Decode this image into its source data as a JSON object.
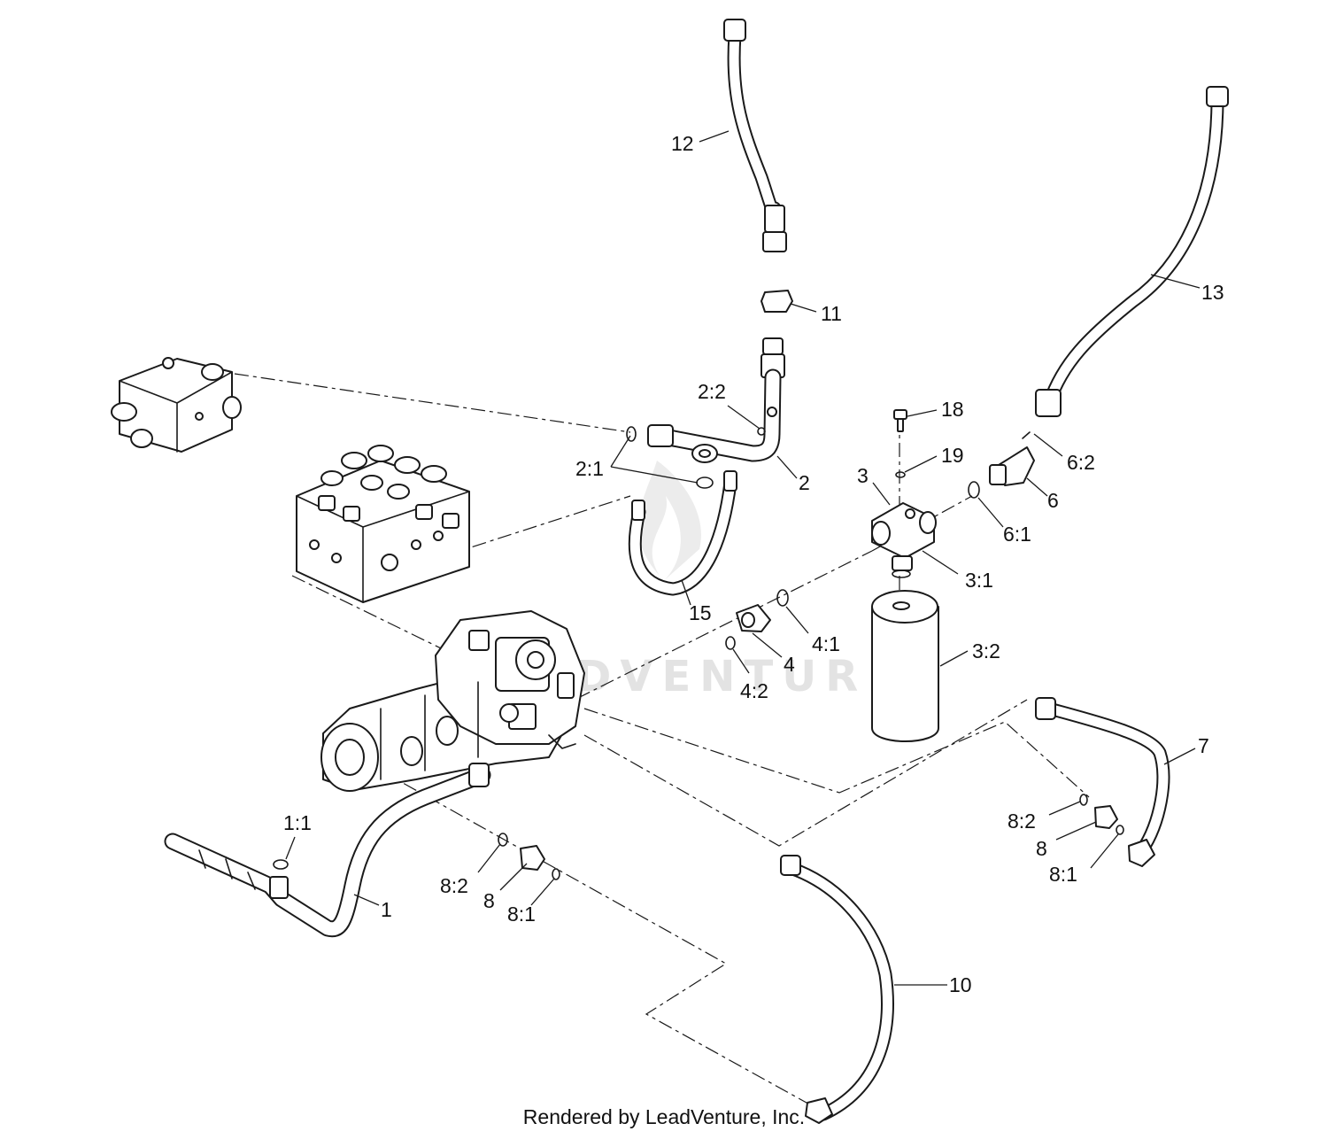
{
  "watermark": "LEADVENTURE",
  "footer": "Rendered by LeadVenture, Inc.",
  "callouts": {
    "c1": "1",
    "c1_1": "1:1",
    "c2": "2",
    "c2_1": "2:1",
    "c2_2": "2:2",
    "c3": "3",
    "c3_1": "3:1",
    "c3_2": "3:2",
    "c4": "4",
    "c4_1": "4:1",
    "c4_2": "4:2",
    "c6": "6",
    "c6_1": "6:1",
    "c6_2": "6:2",
    "c7": "7",
    "c8a": "8",
    "c8a_1": "8:1",
    "c8a_2": "8:2",
    "c8b": "8",
    "c8b_1": "8:1",
    "c8b_2": "8:2",
    "c10": "10",
    "c11": "11",
    "c12": "12",
    "c13": "13",
    "c15": "15",
    "c18": "18",
    "c19": "19"
  }
}
